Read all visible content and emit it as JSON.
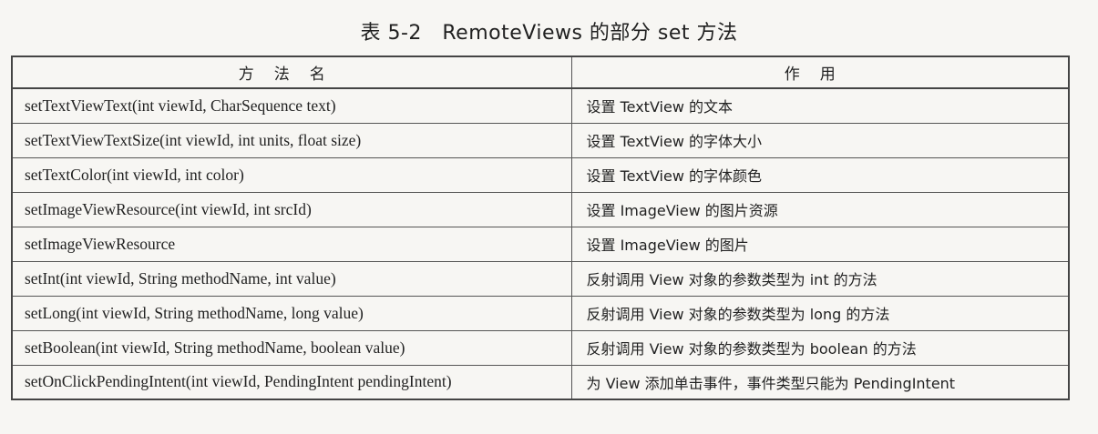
{
  "caption": "表 5-2　RemoteViews 的部分 set 方法",
  "table": {
    "headers": [
      "方法名",
      "作用"
    ],
    "rows": [
      {
        "method": "setTextViewText(int viewId, CharSequence text)",
        "effect": "设置 TextView 的文本"
      },
      {
        "method": "setTextViewTextSize(int viewId, int units, float size)",
        "effect": "设置 TextView 的字体大小"
      },
      {
        "method": "setTextColor(int viewId, int color)",
        "effect": "设置 TextView 的字体颜色"
      },
      {
        "method": "setImageViewResource(int viewId, int srcId)",
        "effect": "设置 ImageView 的图片资源"
      },
      {
        "method": "setImageViewResource",
        "effect": "设置 ImageView 的图片"
      },
      {
        "method": "setInt(int viewId, String methodName, int value)",
        "effect": "反射调用 View 对象的参数类型为 int 的方法"
      },
      {
        "method": "setLong(int viewId, String methodName, long value)",
        "effect": "反射调用 View 对象的参数类型为 long 的方法"
      },
      {
        "method": "setBoolean(int viewId, String methodName, boolean value)",
        "effect": "反射调用 View 对象的参数类型为 boolean 的方法"
      },
      {
        "method": "setOnClickPendingIntent(int viewId, PendingIntent pendingIntent)",
        "effect": "为 View 添加单击事件，事件类型只能为 PendingIntent"
      }
    ]
  }
}
